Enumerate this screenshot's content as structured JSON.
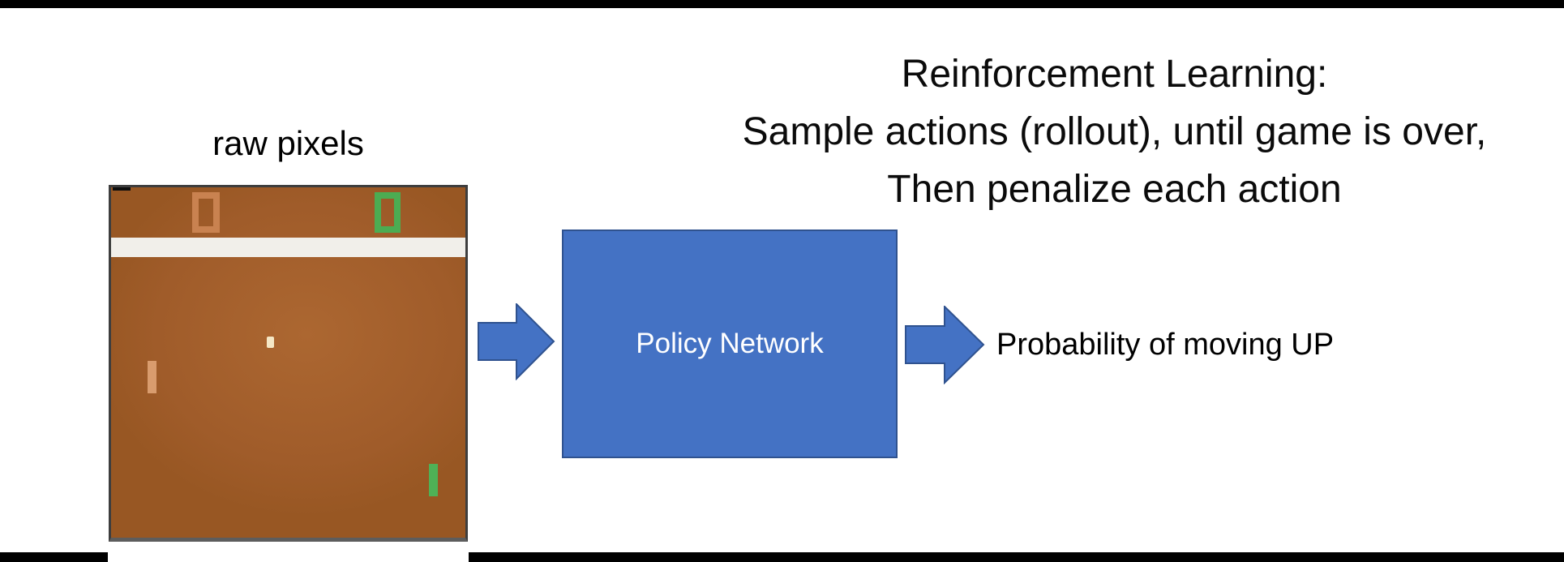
{
  "title": {
    "line1": "Reinforcement Learning:",
    "line2": "Sample actions (rollout), until game is over,",
    "line3": "Then penalize each action"
  },
  "pong": {
    "label": "raw pixels",
    "left_score": "0",
    "right_score": "0",
    "colors": {
      "field": "#a05c2a",
      "border": "#3e3e3e",
      "header_stripe": "#f1efea",
      "left_score_digit": "#c98250",
      "right_score_digit": "#4cac52",
      "left_paddle": "#d99c6e",
      "right_paddle": "#4fb156",
      "ball": "#f5e7c5"
    }
  },
  "policy_box": {
    "label": "Policy Network",
    "fill": "#4472c4",
    "border": "#2f528f",
    "text_color": "#ffffff"
  },
  "arrows": {
    "fill": "#4472c4",
    "border": "#2f528f"
  },
  "output": {
    "label": "Probability of moving UP"
  },
  "bars": {
    "color": "#000000"
  }
}
